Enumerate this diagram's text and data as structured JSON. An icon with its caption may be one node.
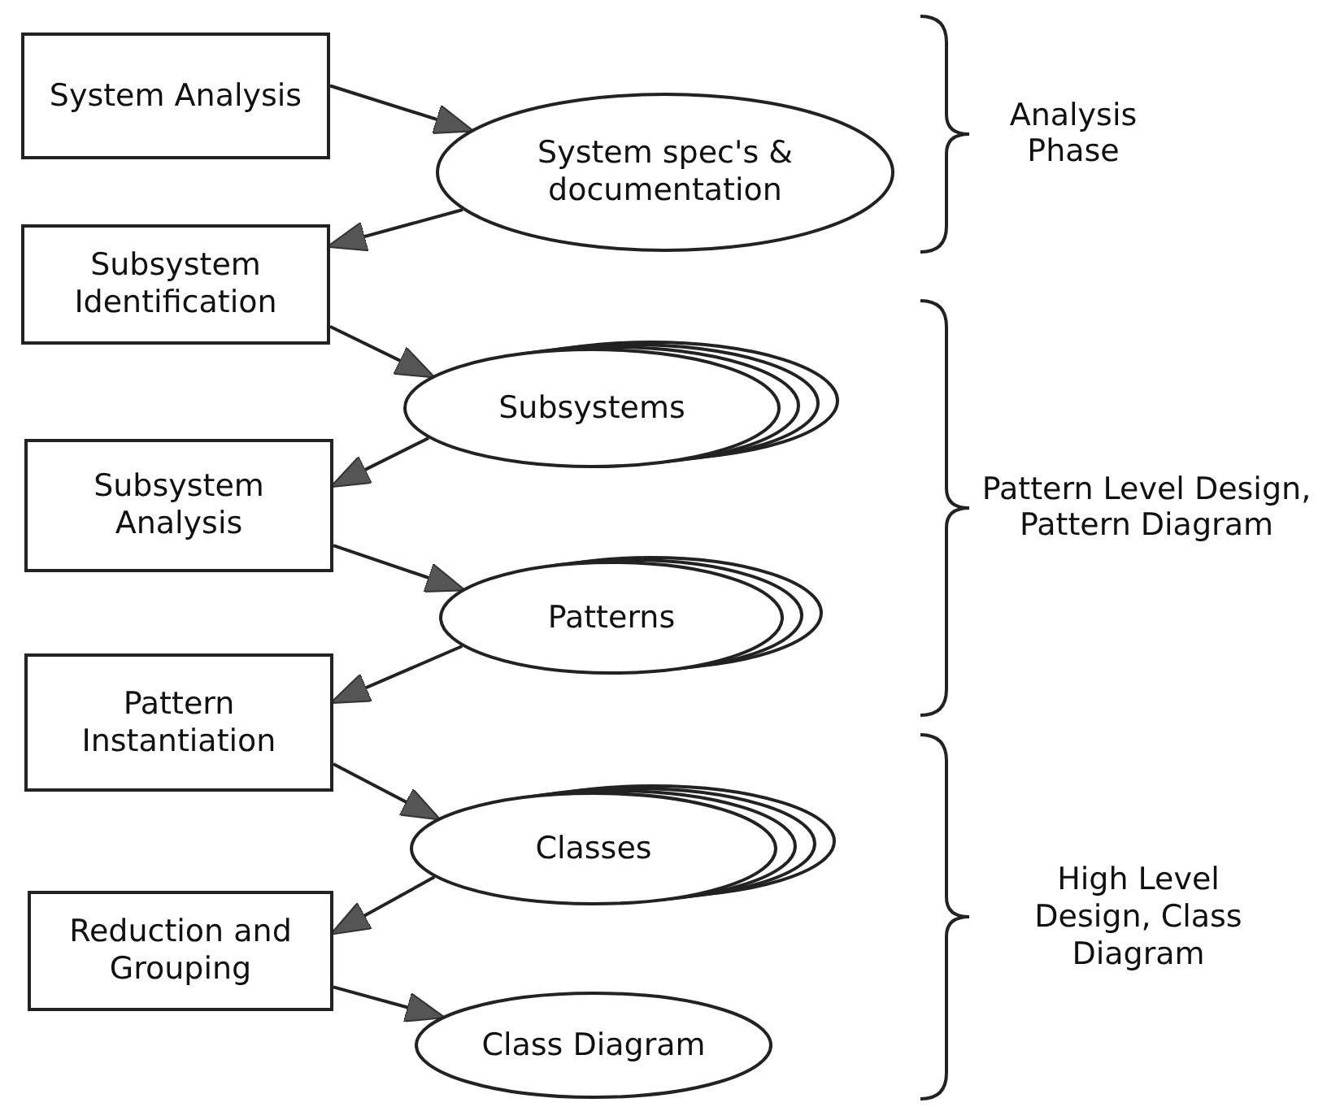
{
  "diagram": {
    "nodes": [
      {
        "text": [
          "System Analysis"
        ]
      },
      {
        "text": [
          "System spec's & documentation"
        ]
      },
      {
        "text": [
          "Subsystem Identification"
        ]
      },
      {
        "text": [
          "Subsystems"
        ]
      },
      {
        "text": [
          "Subsystem Analysis"
        ]
      },
      {
        "text": [
          "Patterns"
        ]
      },
      {
        "text": [
          "Pattern Instantiation"
        ]
      },
      {
        "text": [
          "Classes"
        ]
      },
      {
        "text": [
          "Reduction and Grouping"
        ]
      },
      {
        "text": [
          "Class Diagram"
        ]
      }
    ],
    "edges": [
      {
        "from": 0,
        "to": 1,
        "arrow": "to"
      },
      {
        "from": 1,
        "to": 2,
        "arrow": "to"
      },
      {
        "from": 2,
        "to": 3,
        "arrow": "to"
      },
      {
        "from": 3,
        "to": 4,
        "arrow": "to"
      },
      {
        "from": 4,
        "to": 5,
        "arrow": "to"
      },
      {
        "from": 5,
        "to": 6,
        "arrow": "to"
      },
      {
        "from": 6,
        "to": 7,
        "arrow": "to"
      },
      {
        "from": 7,
        "to": 8,
        "arrow": "to"
      },
      {
        "from": 8,
        "to": 9,
        "arrow": "to"
      }
    ],
    "labels": [
      "Analysis Phase",
      "Pattern Level Design, Pattern Diagram",
      "High Level Design, Class Diagram"
    ]
  }
}
